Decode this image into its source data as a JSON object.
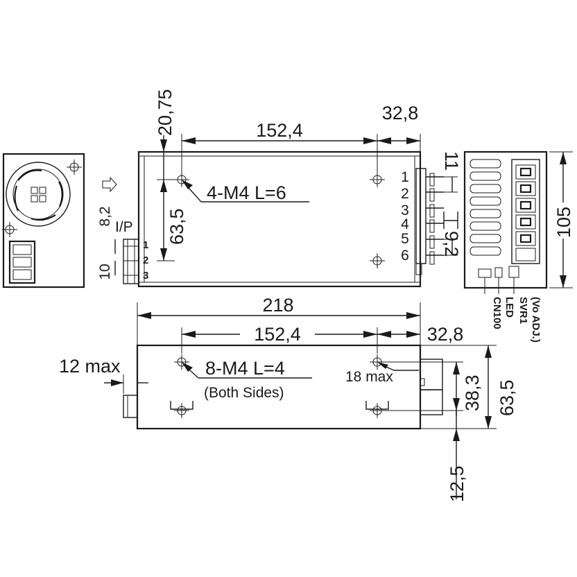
{
  "colors": {
    "line": "#1a1a1a",
    "background": "#ffffff"
  },
  "top_view": {
    "dim_width_holes": "152,4",
    "dim_right_offset": "32,8",
    "dim_top_offset": "20,75",
    "dim_hole_vertical": "63,5",
    "mount_label": "4-M4 L=6"
  },
  "input_connector": {
    "label": "I/P",
    "dim_a": "8,2",
    "dim_b": "10",
    "pins": [
      "1",
      "2",
      "3"
    ]
  },
  "output_terminal": {
    "pins": [
      "1",
      "2",
      "3",
      "4",
      "5",
      "6"
    ],
    "dim_pitch": "11",
    "dim_gap": "9,2",
    "dim_height": "105",
    "labels": [
      "CN100",
      "LED",
      "SVR1",
      "(Vo ADJ.)"
    ]
  },
  "side_view": {
    "dim_total": "218",
    "dim_holes": "152,4",
    "dim_right_offset": "32,8",
    "dim_depth_left": "12 max",
    "mount_label": "8-M4 L=4",
    "mount_note": "(Both Sides)",
    "dim_depth_right": "18 max",
    "dim_height_inner": "38,3",
    "dim_height_total": "63,5",
    "dim_bottom_offset": "12,5"
  }
}
